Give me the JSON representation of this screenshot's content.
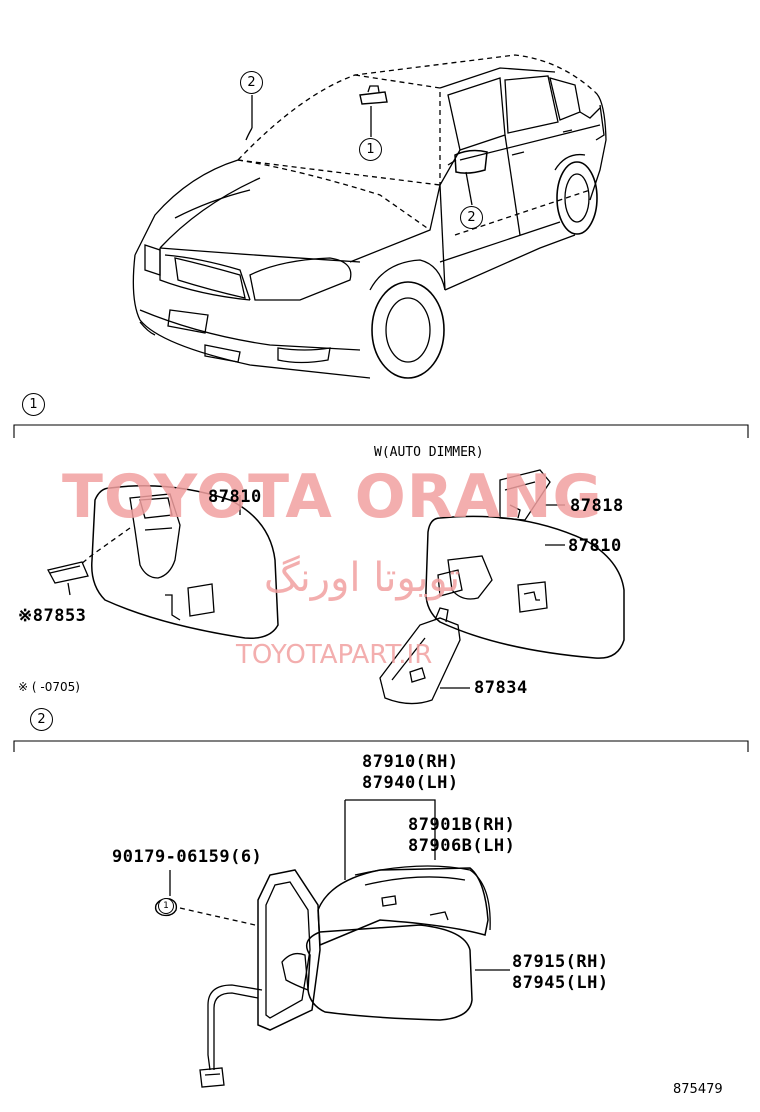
{
  "callouts": {
    "car_one": "1",
    "car_two_top": "2",
    "car_two_door": "2",
    "section_one": "1",
    "section_two": "2",
    "clip": "1"
  },
  "section1": {
    "variant_label": "W(AUTO DIMMER)",
    "parts": {
      "p87810_left": "87810",
      "p87853": "※87853",
      "p87818": "87818",
      "p87810_right": "87810",
      "p87834": "87834"
    },
    "note": "※ (      -0705)"
  },
  "section2": {
    "parts": {
      "p87910": "87910(RH)",
      "p87940": "87940(LH)",
      "p87901b": "87901B(RH)",
      "p87906b": "87906B(LH)",
      "p90179": "90179-06159(6)",
      "p87915": "87915(RH)",
      "p87945": "87945(LH)"
    }
  },
  "diagram_number": "875479",
  "watermark": {
    "brand": "TOYOTA ORANG",
    "persian": "تویوتا اورنگ",
    "url": "TOYOTAPART.IR",
    "color": "#f2a0a0"
  }
}
